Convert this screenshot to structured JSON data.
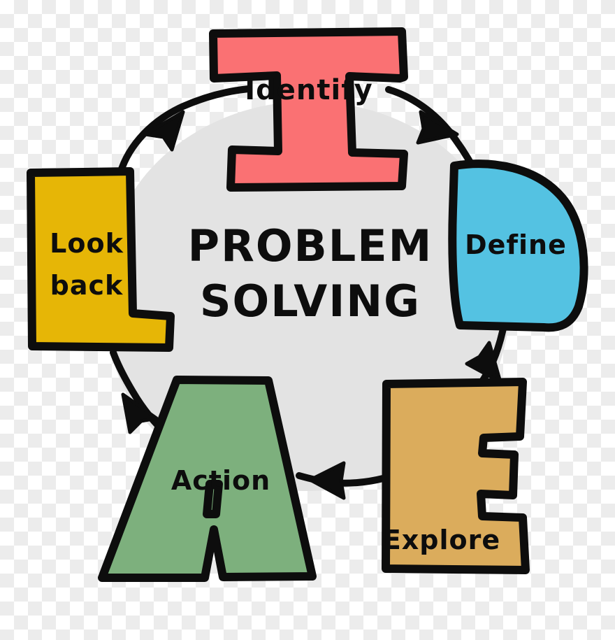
{
  "figure": {
    "title": "Problem Solving IDEAL cycle diagram",
    "center_label_line1": "PROBLEM",
    "center_label_line2": "SOLVING",
    "center_circle_color": "#e3e3e3",
    "outline_color": "#0d0d0d",
    "background": "transparency-checkerboard"
  },
  "steps": [
    {
      "id": "identify",
      "letter": "I",
      "label": "Identify",
      "color": "#fa7173",
      "position": "top"
    },
    {
      "id": "define",
      "letter": "D",
      "label": "Define",
      "color": "#54c2e2",
      "position": "right"
    },
    {
      "id": "explore",
      "letter": "E",
      "label": "Explore",
      "color": "#dbac5c",
      "position": "bottom-right"
    },
    {
      "id": "action",
      "letter": "A",
      "label": "Action",
      "color": "#7db07d",
      "position": "bottom-left"
    },
    {
      "id": "look-back",
      "letter": "L",
      "label_line1": "Look",
      "label_line2": "back",
      "label": "Look back",
      "color": "#e6b606",
      "position": "left"
    }
  ],
  "arrows": [
    {
      "id": "look-back-to-identify",
      "from": "Look back",
      "to": "Identify"
    },
    {
      "id": "identify-to-define",
      "from": "Identify",
      "to": "Define"
    },
    {
      "id": "define-to-explore",
      "from": "Define",
      "to": "Explore"
    },
    {
      "id": "explore-to-action",
      "from": "Explore",
      "to": "Action"
    },
    {
      "id": "action-to-look-back",
      "from": "Action",
      "to": "Look back"
    }
  ]
}
